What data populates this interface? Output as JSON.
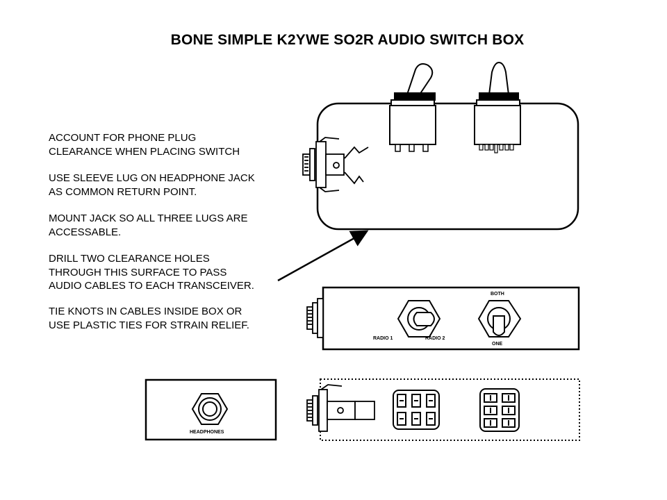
{
  "title": "BONE SIMPLE K2YWE SO2R AUDIO SWITCH BOX",
  "notes": [
    {
      "lines": [
        "ACCOUNT FOR PHONE PLUG",
        "CLEARANCE WHEN PLACING SWITCH"
      ]
    },
    {
      "lines": [
        "USE SLEEVE LUG ON HEADPHONE JACK",
        "AS COMMON RETURN POINT."
      ]
    },
    {
      "lines": [
        "MOUNT JACK SO ALL THREE LUGS ARE",
        "ACCESSABLE."
      ]
    },
    {
      "lines": [
        "DRILL TWO CLEARANCE HOLES",
        "THROUGH THIS SURFACE TO PASS",
        "AUDIO CABLES TO EACH TRANSCEIVER."
      ]
    },
    {
      "lines": [
        "TIE KNOTS IN CABLES INSIDE BOX OR",
        "USE PLASTIC TIES FOR STRAIN RELIEF."
      ]
    }
  ],
  "front_panel": {
    "radio1": "RADIO 1",
    "radio2": "RADIO 2",
    "both": "BOTH",
    "one": "ONE"
  },
  "end_panel": {
    "headphones": "HEADPHONES"
  }
}
